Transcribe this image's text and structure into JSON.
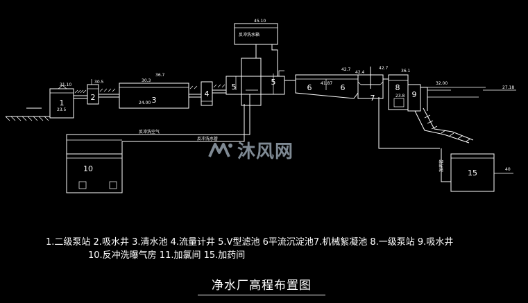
{
  "diagram": {
    "title": "净水厂高程布置图",
    "legend_line1": "1.二级泵站 2.吸水井 3.清水池 4.流量计井 5.V型滤池 6平流沉淀池7.机械絮凝池 8.一级泵站 9.吸水井",
    "legend_line2": "10.反冲洗曝气房 11.加氯间  15.加药间",
    "units": [
      {
        "id": "1",
        "label": "1"
      },
      {
        "id": "2",
        "label": "2"
      },
      {
        "id": "3",
        "label": "3"
      },
      {
        "id": "4",
        "label": "4"
      },
      {
        "id": "5a",
        "label": "5"
      },
      {
        "id": "5b",
        "label": "5"
      },
      {
        "id": "6a",
        "label": "6"
      },
      {
        "id": "6b",
        "label": "6"
      },
      {
        "id": "7",
        "label": "7"
      },
      {
        "id": "8",
        "label": "8"
      },
      {
        "id": "9",
        "label": "9"
      },
      {
        "id": "10",
        "label": "10"
      },
      {
        "id": "15",
        "label": "15"
      }
    ],
    "backwash_tank_label": "反冲洗水箱",
    "pipe_label_air": "反冲洗空气",
    "pipe_label_water": "反冲洗水管",
    "drug_pipe_label": "加药管",
    "elevations": {
      "tank_top": "45.10",
      "u1": "31.10",
      "u1_low": "23.5",
      "u2": "30.5",
      "u3_top": "30.3",
      "u3_low": "24.00",
      "mark_a": "36.7",
      "u6": "41.87",
      "u6_top": "42.7",
      "u7_a": "42.4",
      "u7_b": "42.7",
      "u8": "36.1",
      "u8_low": "23.8",
      "river": "32.00",
      "river_right": "27.18",
      "u15": "40"
    },
    "watermark": "沐风网",
    "colors": {
      "line": "#ffffff",
      "background": "#000000",
      "watermark": "#7f8a94"
    }
  }
}
